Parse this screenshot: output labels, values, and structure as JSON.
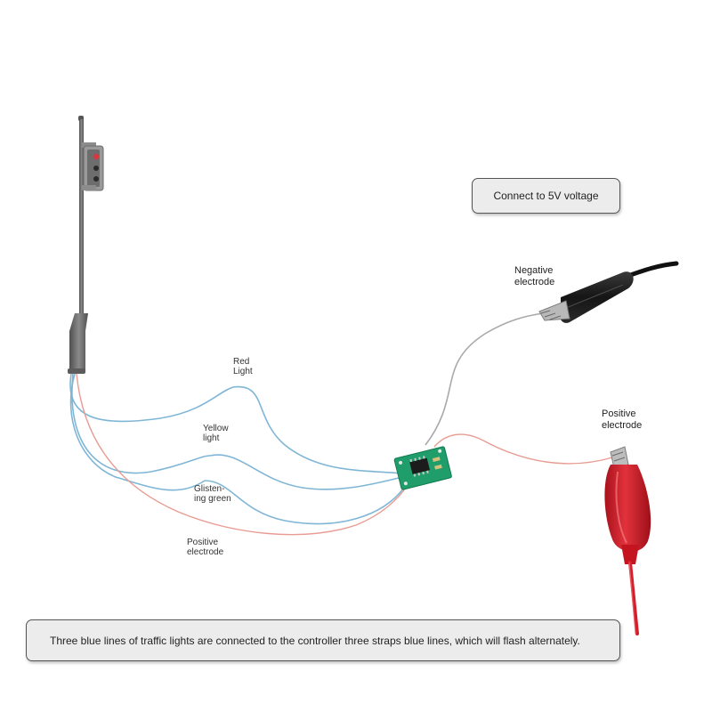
{
  "labels": {
    "red_light": "Red\nLight",
    "yellow_light": "Yellow\nlight",
    "green_light": "Glisten-\ning green",
    "positive_left": "Positive\nelectrode",
    "negative": "Negative\nelectrode",
    "positive_right": "Positive\nelectrode"
  },
  "voltage_note": "Connect to 5V voltage",
  "bottom_note": "Three blue lines of traffic lights are connected to the controller three straps blue lines, which will flash alternately.",
  "colors": {
    "blue_wire": "#7fb6d6",
    "red_wire": "#e89c93",
    "grey_wire": "#a9a9a9",
    "pcb_green": "#1f9d6a",
    "clip_red": "#d41f2b",
    "clip_black": "#1b1b1b",
    "pole_grey": "#6e6e6e"
  }
}
